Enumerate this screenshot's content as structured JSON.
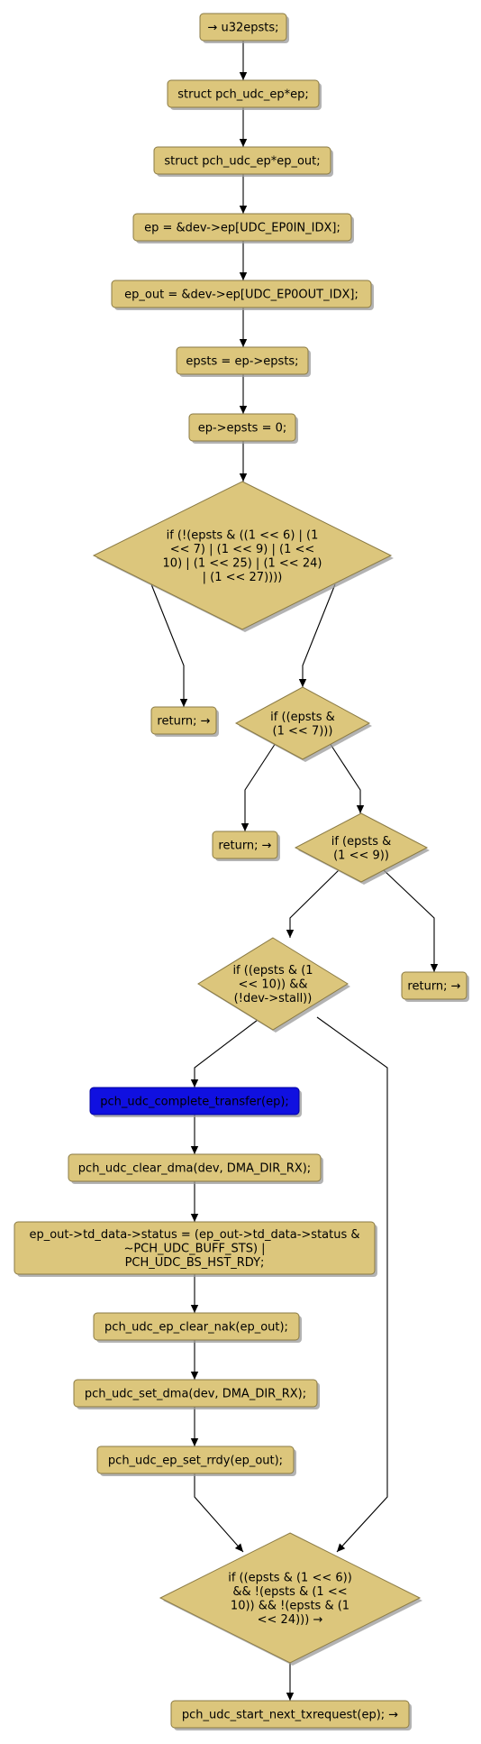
{
  "nodes": [
    {
      "id": "n0",
      "kind": "box",
      "lines": [
        "→ u32epsts;"
      ]
    },
    {
      "id": "n1",
      "kind": "box",
      "lines": [
        "struct pch_udc_ep*ep;"
      ]
    },
    {
      "id": "n2",
      "kind": "box",
      "lines": [
        "struct pch_udc_ep*ep_out;"
      ]
    },
    {
      "id": "n3",
      "kind": "box",
      "lines": [
        "ep = &dev->ep[UDC_EP0IN_IDX];"
      ]
    },
    {
      "id": "n4",
      "kind": "box",
      "lines": [
        "ep_out = &dev->ep[UDC_EP0OUT_IDX];"
      ]
    },
    {
      "id": "n5",
      "kind": "box",
      "lines": [
        "epsts = ep->epsts;"
      ]
    },
    {
      "id": "n6",
      "kind": "box",
      "lines": [
        "ep->epsts = 0;"
      ]
    },
    {
      "id": "d1",
      "kind": "diamond",
      "lines": [
        "if (!(epsts & ((1 << 6) | (1",
        "<< 7) | (1 << 9) | (1 <<",
        "10) | (1 << 25) | (1 << 24)",
        "| (1 << 27))))"
      ]
    },
    {
      "id": "r1",
      "kind": "box",
      "lines": [
        "return; →"
      ]
    },
    {
      "id": "d2",
      "kind": "diamond",
      "lines": [
        "if ((epsts &",
        "(1 << 7)))"
      ]
    },
    {
      "id": "r2",
      "kind": "box",
      "lines": [
        "return; →"
      ]
    },
    {
      "id": "d3",
      "kind": "diamond",
      "lines": [
        "if (epsts &",
        "(1 << 9))"
      ]
    },
    {
      "id": "r3",
      "kind": "box",
      "lines": [
        "return; →"
      ]
    },
    {
      "id": "d4",
      "kind": "diamond",
      "lines": [
        "if ((epsts & (1",
        "<< 10)) &&",
        "(!dev->stall))"
      ]
    },
    {
      "id": "b1",
      "kind": "highlight",
      "lines": [
        "pch_udc_complete_transfer(ep);"
      ]
    },
    {
      "id": "b2",
      "kind": "box",
      "lines": [
        "pch_udc_clear_dma(dev, DMA_DIR_RX);"
      ]
    },
    {
      "id": "b3",
      "kind": "box",
      "lines": [
        "ep_out->td_data->status = (ep_out->td_data->status &",
        "~PCH_UDC_BUFF_STS) |",
        "PCH_UDC_BS_HST_RDY;"
      ]
    },
    {
      "id": "b4",
      "kind": "box",
      "lines": [
        "pch_udc_ep_clear_nak(ep_out);"
      ]
    },
    {
      "id": "b5",
      "kind": "box",
      "lines": [
        "pch_udc_set_dma(dev, DMA_DIR_RX);"
      ]
    },
    {
      "id": "b6",
      "kind": "box",
      "lines": [
        "pch_udc_ep_set_rrdy(ep_out);"
      ]
    },
    {
      "id": "d5",
      "kind": "diamond",
      "lines": [
        "if ((epsts & (1 << 6))",
        "&& !(epsts & (1 <<",
        "10)) && !(epsts & (1",
        "<< 24))) →"
      ]
    },
    {
      "id": "e1",
      "kind": "box",
      "lines": [
        "pch_udc_start_next_txrequest(ep); →"
      ]
    }
  ],
  "edges": [
    {
      "from": "n0",
      "to": "n1"
    },
    {
      "from": "n1",
      "to": "n2"
    },
    {
      "from": "n2",
      "to": "n3"
    },
    {
      "from": "n3",
      "to": "n4"
    },
    {
      "from": "n4",
      "to": "n5"
    },
    {
      "from": "n5",
      "to": "n6"
    },
    {
      "from": "n6",
      "to": "d1"
    },
    {
      "from": "d1",
      "to": "r1"
    },
    {
      "from": "d1",
      "to": "d2"
    },
    {
      "from": "d2",
      "to": "r2"
    },
    {
      "from": "d2",
      "to": "d3"
    },
    {
      "from": "d3",
      "to": "d4"
    },
    {
      "from": "d3",
      "to": "r3"
    },
    {
      "from": "d4",
      "to": "b1"
    },
    {
      "from": "d4",
      "to": "d5"
    },
    {
      "from": "b1",
      "to": "b2"
    },
    {
      "from": "b2",
      "to": "b3"
    },
    {
      "from": "b3",
      "to": "b4"
    },
    {
      "from": "b4",
      "to": "b5"
    },
    {
      "from": "b5",
      "to": "b6"
    },
    {
      "from": "b6",
      "to": "d5"
    },
    {
      "from": "d5",
      "to": "e1"
    }
  ]
}
